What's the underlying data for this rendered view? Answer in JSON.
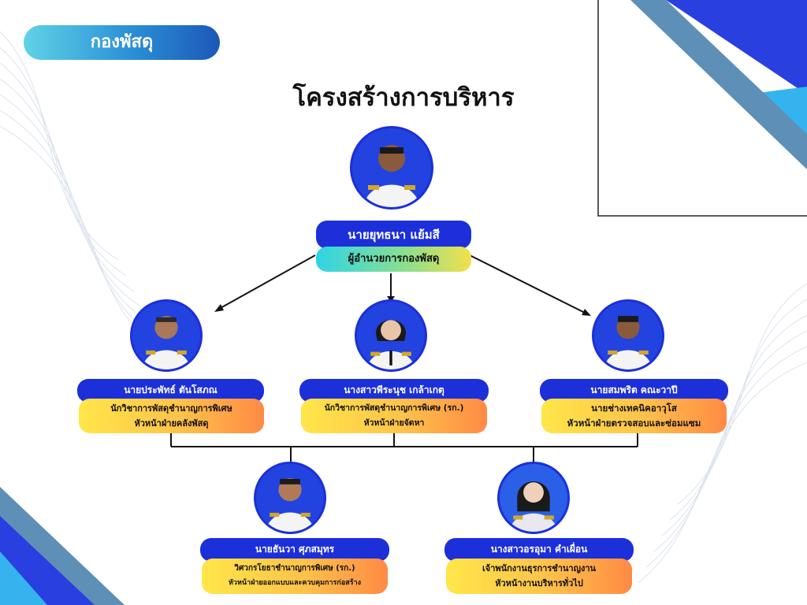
{
  "header": {
    "department": "กองพัสดุ",
    "title": "โครงสร้างการบริหาร"
  },
  "director": {
    "name": "นายยุทธนา  แย้มสี",
    "role": [
      "ผู้อำนวยการกองพัสดุ"
    ]
  },
  "level2": [
    {
      "name": "นายประพัทธ์  ตันโสภณ",
      "role": [
        "นักวิชาการพัสดุชำนาญการพิเศษ",
        "หัวหน้าฝ่ายคลังพัสดุ"
      ]
    },
    {
      "name": "นางสาวพีระนุช  เกล้าเกตุ",
      "role": [
        "นักวิชาการพัสดุชำนาญการพิเศษ (รก.)",
        "หัวหน้าฝ่ายจัดหา"
      ]
    },
    {
      "name": "นายสมพริต  คณะวาปี",
      "role": [
        "นายช่างเทคนิคอาวุโส",
        "หัวหน้าฝ่ายตรวจสอบและซ่อมแซม"
      ]
    }
  ],
  "level3": [
    {
      "name": "นายธันวา  ศุภสมุทร",
      "role": [
        "วิศวกรโยธาชำนาญการพิเศษ (รก.)",
        "หัวหน้าฝ่ายออกแบบและควบคุมการก่อสร้าง"
      ]
    },
    {
      "name": "นางสาวอรอุมา  คำเผื่อน",
      "role": [
        "เจ้าพนักงานธุรการชำนาญงาน",
        "หัวหน้างานบริหารทั่วไป"
      ]
    }
  ],
  "colors": {
    "name_bg": "#1c2fd9",
    "photo_bg": "#1f3fd6",
    "accent_dark": "#2a3fe0",
    "accent_light": "#35b3ee"
  }
}
